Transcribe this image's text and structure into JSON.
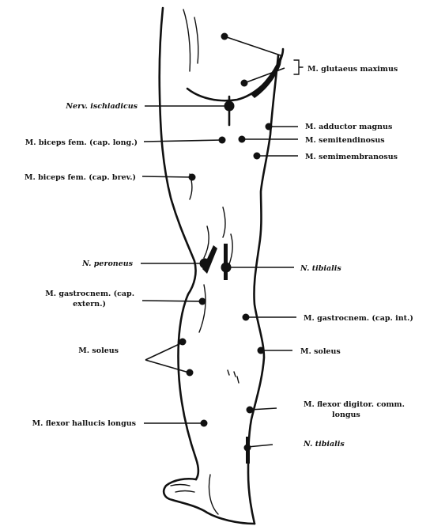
{
  "labels": {
    "gluteus_maximus": "M. glutaeus maximus",
    "adductor_magnus": "M. adductor magnus",
    "semitendinosus": "M. semitendinosus",
    "semimembranosus": "M. semimembranosus",
    "ischiadicus": "Nerv. ischiadicus",
    "biceps_long_l1": "M. biceps fem. (cap. long.)",
    "biceps_short_l1": "M. biceps fem. (cap. brev.)",
    "peroneus": "N. peroneus",
    "tibialis_upper": "N. tibialis",
    "gastroc_ext_l1": "M. gastrocnem. (cap.",
    "gastroc_ext_l2": "extern.)",
    "gastroc_int": "M. gastrocnem. (cap. int.)",
    "soleus_left": "M. soleus",
    "soleus_right": "M. soleus",
    "flexor_hallucis": "M. flexor hallucis longus",
    "flexor_digitor_l1": "M. flexor digitor. comm.",
    "flexor_digitor_l2": "longus",
    "tibialis_lower": "N. tibialis"
  }
}
